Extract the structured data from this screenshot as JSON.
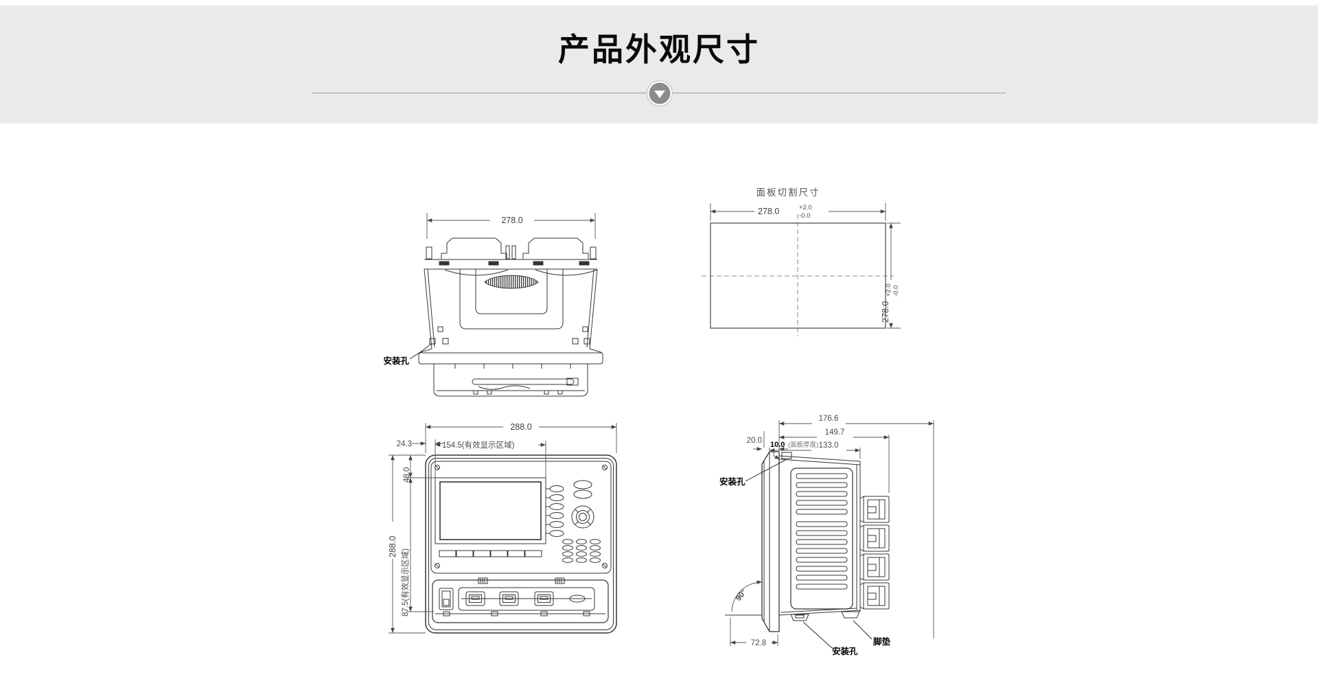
{
  "header": {
    "title": "产品外观尺寸"
  },
  "drawings": {
    "top_view": {
      "dim_width": "278.0",
      "mounting_hole": "安装孔"
    },
    "panel_cutout": {
      "title": "面板切割尺寸",
      "dim_width": "278.0",
      "width_tol_plus": "+2.0",
      "width_tol_minus": "-0.0",
      "dim_height": "278.0",
      "height_tol_plus": "+2.0",
      "height_tol_minus": "-0.0"
    },
    "front_view": {
      "dim_width": "288.0",
      "dim_display_offset_x": "24.3",
      "dim_display_width": "154.5(有效显示区域)",
      "dim_display_offset_y": "48.0",
      "dim_height": "288.0",
      "dim_display_height": "87.5(有效显示区域)"
    },
    "side_view": {
      "dim_depth_total": "176.6",
      "dim_depth_rear": "149.7",
      "dim_depth_case": "133.0",
      "dim_front_depth": "20.0",
      "panel_thickness_value": "10.0",
      "panel_thickness_note": "(面板厚度)",
      "mounting_hole_top": "安装孔",
      "dim_swing_angle": "90°",
      "dim_bottom_offset": "72.8",
      "mounting_hole_bottom": "安装孔",
      "foot_pad": "脚垫"
    }
  }
}
